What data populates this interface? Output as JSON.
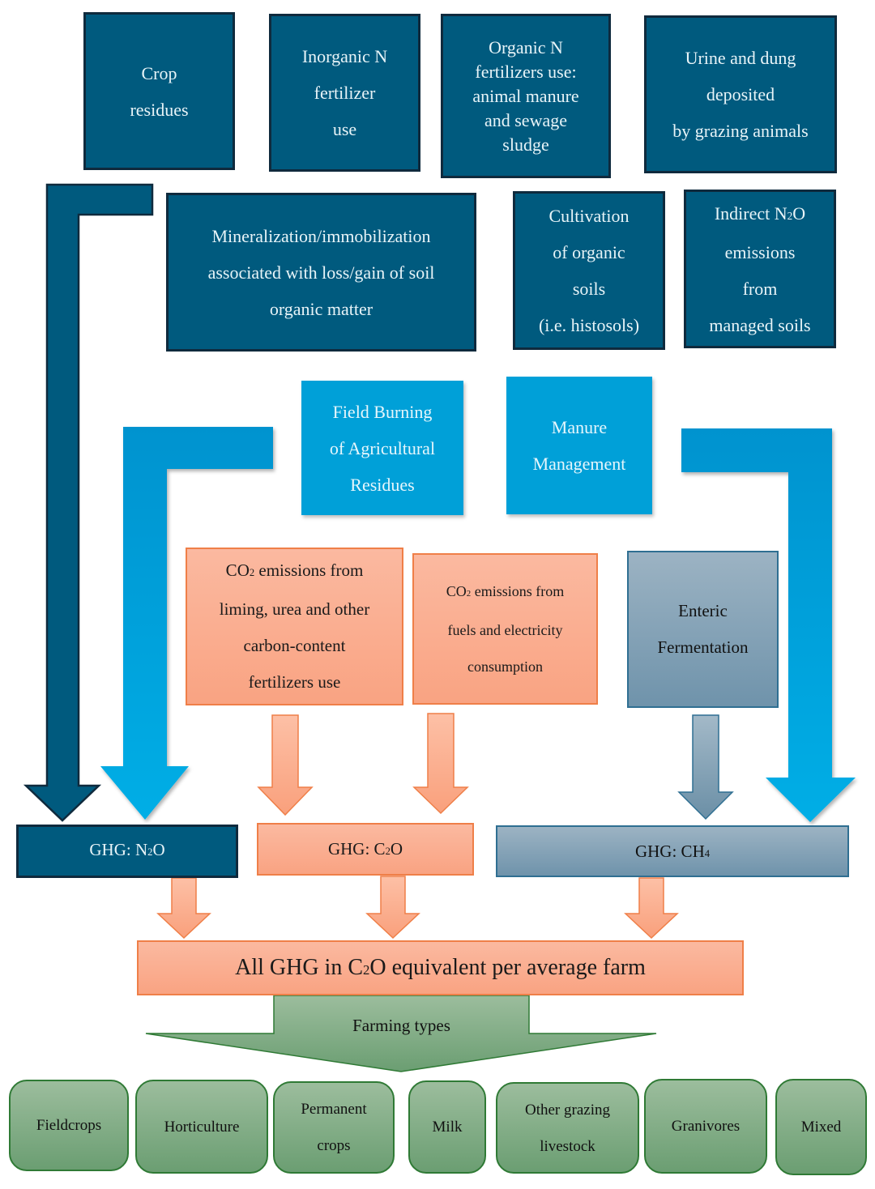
{
  "colors": {
    "dark_blue": "#005a7e",
    "cyan": "#00a0d8",
    "salmon": "#fbad8f",
    "salmon_border": "#ef7f48",
    "slate": "#86a3b8",
    "green": "#84ac88",
    "green_border": "#2f7a35"
  },
  "sources_n2o": [
    {
      "id": "crop-residues",
      "lines": [
        "Crop",
        "residues"
      ]
    },
    {
      "id": "inorganic-n-fertilizer",
      "lines": [
        "Inorganic N",
        "fertilizer",
        "use"
      ]
    },
    {
      "id": "organic-n-fertilizer",
      "lines": [
        "Organic N",
        "fertilizers use:",
        "animal manure",
        "and sewage",
        "sludge"
      ]
    },
    {
      "id": "urine-dung",
      "lines": [
        "Urine and dung",
        "deposited",
        "by grazing animals"
      ]
    },
    {
      "id": "mineralization",
      "lines": [
        "Mineralization/immobilization",
        "associated with loss/gain of soil",
        "organic matter"
      ]
    },
    {
      "id": "organic-soils",
      "lines": [
        "Cultivation",
        "of organic",
        "soils",
        "(i.e. histosols)"
      ]
    },
    {
      "id": "indirect-n2o",
      "lines": [
        "Indirect N2O",
        "emissions",
        "from",
        "managed soils"
      ]
    }
  ],
  "sources_mixed": [
    {
      "id": "field-burning",
      "lines": [
        "Field Burning",
        "of Agricultural",
        "Residues"
      ]
    },
    {
      "id": "manure-management",
      "lines": [
        "Manure",
        "Management"
      ]
    }
  ],
  "sources_co2": [
    {
      "id": "co2-liming",
      "lines": [
        "CO2 emissions from",
        "liming, urea and other",
        "carbon-content",
        "fertilizers use"
      ]
    },
    {
      "id": "co2-fuels",
      "lines": [
        "CO2 emissions from",
        "fuels and electricity",
        "consumption"
      ]
    }
  ],
  "sources_ch4": [
    {
      "id": "enteric-fermentation",
      "lines": [
        "Enteric",
        "Fermentation"
      ]
    }
  ],
  "ghg": {
    "n2o": "GHG: N2O",
    "c2o": "GHG: C2O",
    "ch4": "GHG: CH4"
  },
  "total": "All GHG in C2O equivalent per average farm",
  "farming_types_label": "Farming types",
  "farming_types": [
    {
      "lines": [
        "Fieldcrops"
      ]
    },
    {
      "lines": [
        "Horticulture"
      ]
    },
    {
      "lines": [
        "Permanent",
        "crops"
      ]
    },
    {
      "lines": [
        "Milk"
      ]
    },
    {
      "lines": [
        "Other grazing",
        "livestock"
      ]
    },
    {
      "lines": [
        "Granivores"
      ]
    },
    {
      "lines": [
        "Mixed"
      ]
    }
  ]
}
